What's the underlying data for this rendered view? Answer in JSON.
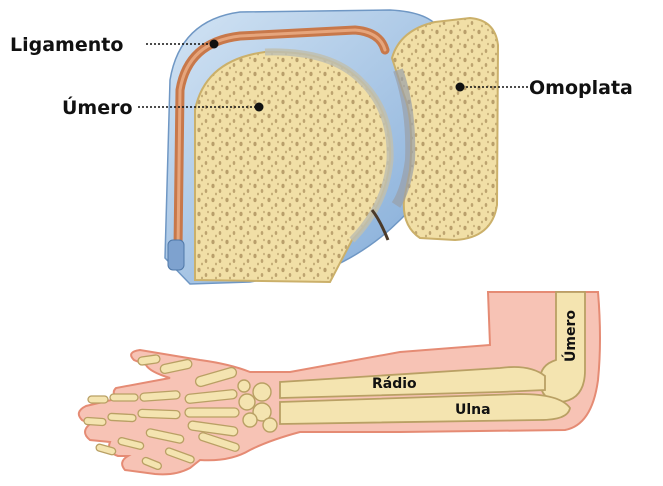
{
  "labels": {
    "ligamento": "Ligamento",
    "umero_top": "Úmero",
    "omoplata": "Omoplata",
    "umero_arm": "Úmero",
    "radio": "Rádio",
    "ulna": "Ulna"
  },
  "colors": {
    "bone": "#f4e4b0",
    "bone_shadow": "#d9c282",
    "ligament": "#c8784a",
    "tissue_blue": "#a9c8e6",
    "skin": "#f7c3b5",
    "skin_outline": "#e58b74",
    "text": "#111111"
  }
}
